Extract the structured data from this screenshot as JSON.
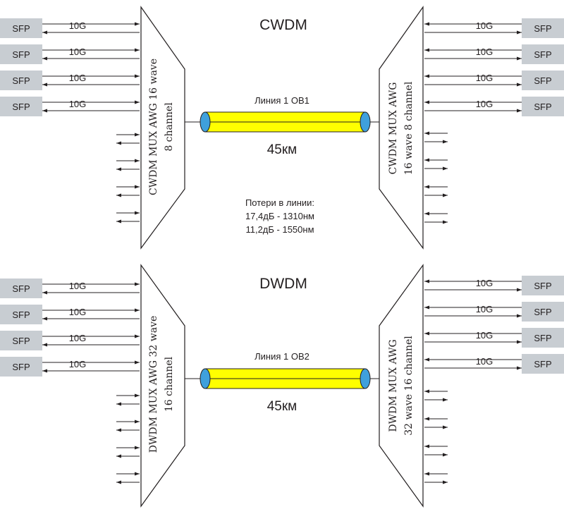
{
  "colors": {
    "sfp_fill": "#c8cdd2",
    "cable_fill": "#ffff00",
    "cable_end": "#3fa0dc",
    "line": "#231f20",
    "background": "#ffffff"
  },
  "sections": [
    {
      "id": "cwdm",
      "title": "CWDM",
      "left_mux_label_1": "CWDM MUX AWG 16 wave",
      "left_mux_label_2": "8 channel",
      "right_mux_label_1": "CWDM MUX AWG",
      "right_mux_label_2": "16 wave  8 channel",
      "line_label": "Линия 1 ОВ1",
      "distance": "45км",
      "loss_title": "Потери в линии:",
      "loss_lines": [
        "17,4дБ - 1310нм",
        "11,2дБ - 1550нм"
      ],
      "sfp_label": "SFP",
      "speed_label": "10G",
      "sfp_count": 4
    },
    {
      "id": "dwdm",
      "title": "DWDM",
      "left_mux_label_1": "DWDM MUX AWG 32 wave",
      "left_mux_label_2": "16 channel",
      "right_mux_label_1": "DWDM MUX AWG",
      "right_mux_label_2": "32 wave  16 channel",
      "line_label": "Линия 1 ОВ2",
      "distance": "45км",
      "loss_title": "",
      "loss_lines": [],
      "sfp_label": "SFP",
      "speed_label": "10G",
      "sfp_count": 4
    }
  ]
}
